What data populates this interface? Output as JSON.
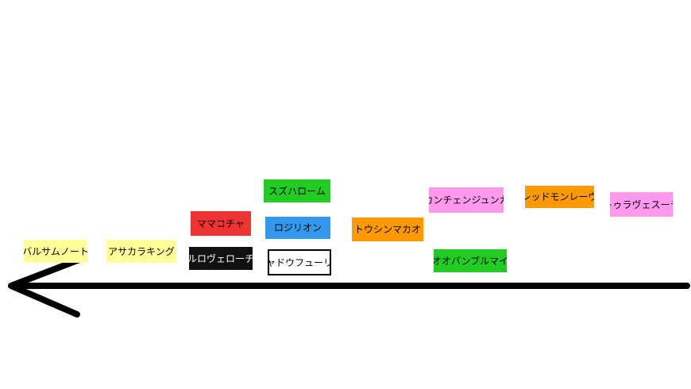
{
  "diagram": {
    "arrow": {
      "color": "#000000",
      "direction": "left"
    },
    "labels": [
      {
        "id": "balsamnote",
        "text": "バルサムノート",
        "bg": "#FFFF99",
        "fg": "#000000",
        "border": false
      },
      {
        "id": "asakaraking",
        "text": "アサカラキング",
        "bg": "#FFFF99",
        "fg": "#000000",
        "border": false
      },
      {
        "id": "mamacocha",
        "text": "ママコチャ",
        "bg": "#EE3333",
        "fg": "#000000",
        "border": false
      },
      {
        "id": "calloveloce",
        "text": "カルロヴェローチェ",
        "bg": "#111111",
        "fg": "#FFFFFF",
        "border": false
      },
      {
        "id": "suzuhalome",
        "text": "スズハローム",
        "bg": "#22CC22",
        "fg": "#000000",
        "border": false
      },
      {
        "id": "rojirion",
        "text": "ロジリオン",
        "bg": "#3399EE",
        "fg": "#000000",
        "border": false
      },
      {
        "id": "shadowfury",
        "text": "シャドウフューリー",
        "bg": "#FFFFFF",
        "fg": "#000000",
        "border": true
      },
      {
        "id": "toshinmakao",
        "text": "トウシンマカオ",
        "bg": "#FF9900",
        "fg": "#000000",
        "border": false
      },
      {
        "id": "kangchenjunga",
        "text": "カンチェンジュンガ",
        "bg": "#FF99EE",
        "fg": "#000000",
        "border": false
      },
      {
        "id": "obanburumai",
        "text": "オオバンブルマイ",
        "bg": "#22CC22",
        "fg": "#000000",
        "border": false
      },
      {
        "id": "redomonreve",
        "text": "レッドモンレーヴ",
        "bg": "#FF9900",
        "fg": "#000000",
        "border": false
      },
      {
        "id": "toravesula",
        "text": "トゥラヴェスーラ",
        "bg": "#FF99EE",
        "fg": "#000000",
        "border": false
      }
    ]
  }
}
